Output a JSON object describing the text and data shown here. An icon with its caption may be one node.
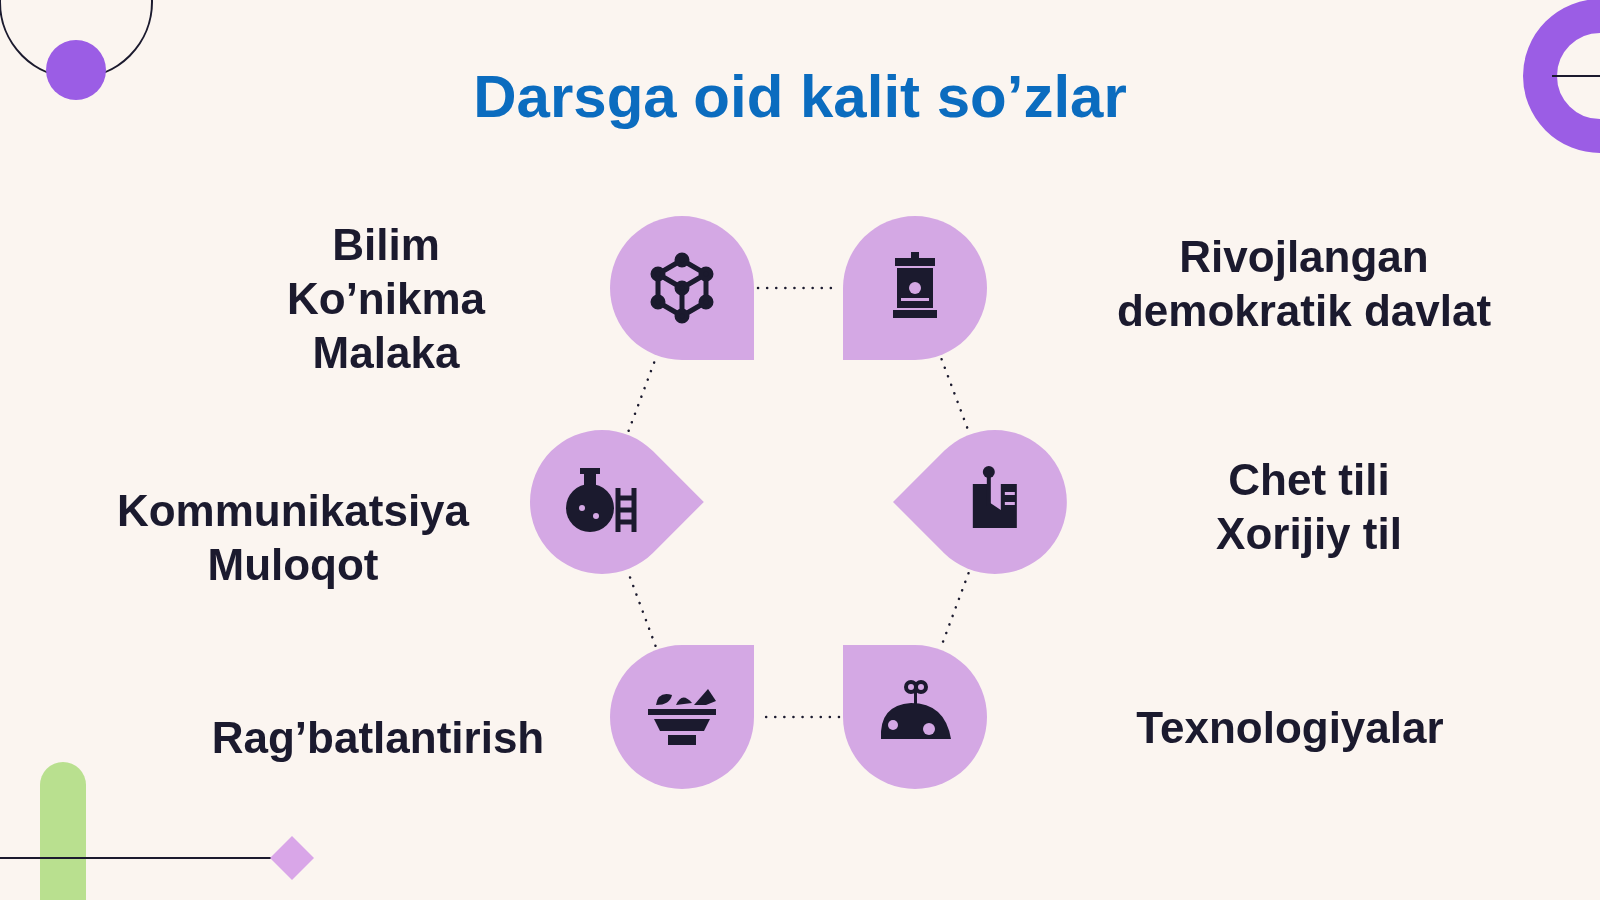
{
  "diagram": {
    "title": "Darsga oid kalit so’zlar",
    "nodes": [
      {
        "text": [],
        "shape": "picture",
        "beside": [
          "Bilim",
          "Ko’nikma",
          "Malaka"
        ]
      },
      {
        "text": [],
        "shape": "picture",
        "beside": [
          "Rivojlangan",
          "demokratik davlat"
        ]
      },
      {
        "text": [],
        "shape": "picture",
        "beside": [
          "Kommunikatsiya",
          "Muloqot"
        ]
      },
      {
        "text": [],
        "shape": "picture",
        "beside": [
          "Chet tili",
          "Xorijiy til"
        ]
      },
      {
        "text": [],
        "shape": "picture",
        "beside": [
          "Rag’batlantirish"
        ]
      },
      {
        "text": [],
        "shape": "picture",
        "beside": [
          "Texnologiyalar"
        ]
      }
    ],
    "edges": [
      {
        "from": 0,
        "to": 1,
        "arrow": "none"
      },
      {
        "from": 1,
        "to": 3,
        "arrow": "none"
      },
      {
        "from": 3,
        "to": 5,
        "arrow": "none"
      },
      {
        "from": 5,
        "to": 4,
        "arrow": "none"
      },
      {
        "from": 4,
        "to": 2,
        "arrow": "none"
      },
      {
        "from": 2,
        "to": 0,
        "arrow": "none"
      }
    ]
  }
}
